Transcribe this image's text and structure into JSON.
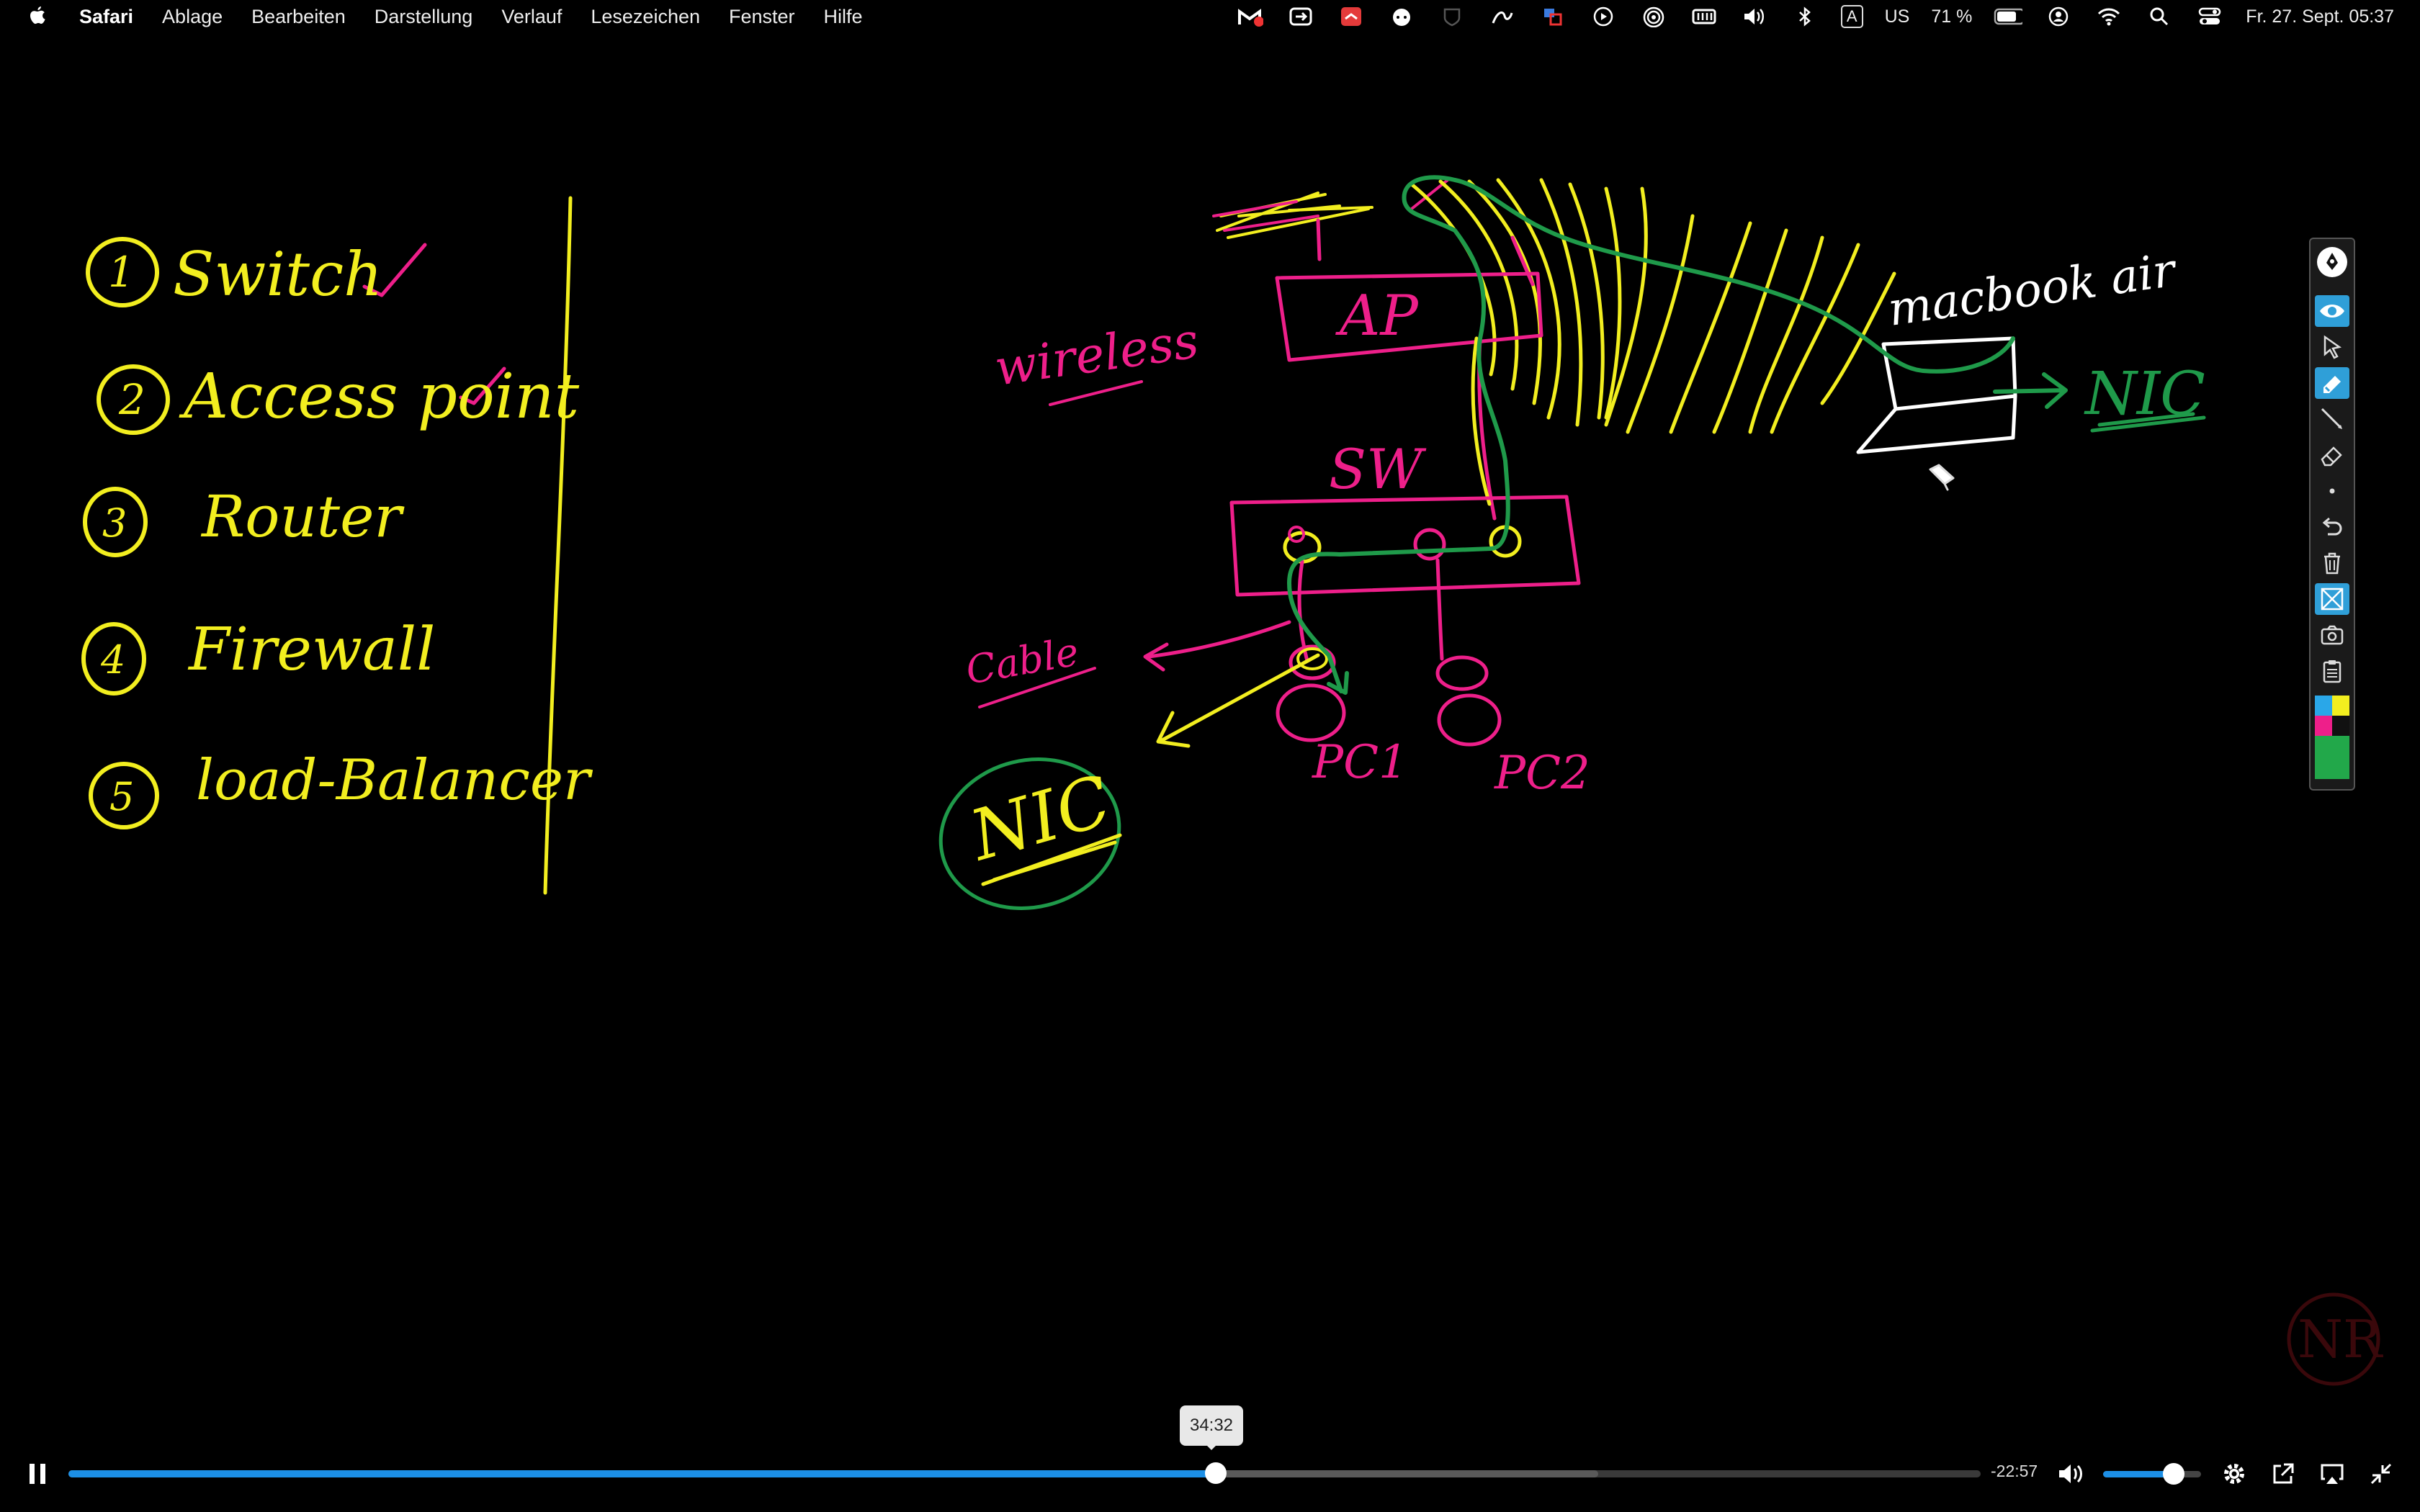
{
  "menubar": {
    "app": "Safari",
    "items": [
      "Ablage",
      "Bearbeiten",
      "Darstellung",
      "Verlauf",
      "Lesezeichen",
      "Fenster",
      "Hilfe"
    ]
  },
  "status": {
    "keyboard_letter": "A",
    "keyboard_layout": "US",
    "battery": "71 %",
    "datetime": "Fr. 27. Sept. 05:37"
  },
  "whiteboard": {
    "list": [
      "Switch",
      "Access point",
      "Router",
      "Firewall",
      "load-Balancer"
    ],
    "list_numbers": [
      "1",
      "2",
      "3",
      "4",
      "5"
    ],
    "labels": {
      "wireless": "wireless",
      "ap": "AP",
      "sw": "SW",
      "cable": "Cable",
      "nic_left": "NIC",
      "pc1": "PC1",
      "pc2": "PC2",
      "macbook": "macbook air",
      "nic_right": "NIC"
    },
    "colors": {
      "yellow": "#f2ee1f",
      "magenta": "#ee1f8a",
      "green": "#1f9a4a",
      "white": "#ffffff"
    }
  },
  "toolbar": {
    "tools": [
      "pen-icon",
      "eye-icon",
      "pointer-icon",
      "highlighter-icon",
      "line-icon",
      "eraser-icon",
      "dot-icon",
      "undo-icon",
      "trash-icon",
      "clear-icon",
      "camera-icon",
      "clipboard-icon",
      "color-palette"
    ],
    "palette": [
      "#2aa7e8",
      "#f2ee1f",
      "#ee1f8a",
      "#1a1a1a",
      "#22a84a"
    ]
  },
  "player": {
    "elapsed_tooltip": "34:32",
    "remaining": "-22:57",
    "progress": 0.6,
    "buffered": 0.8,
    "volume": 0.72
  }
}
